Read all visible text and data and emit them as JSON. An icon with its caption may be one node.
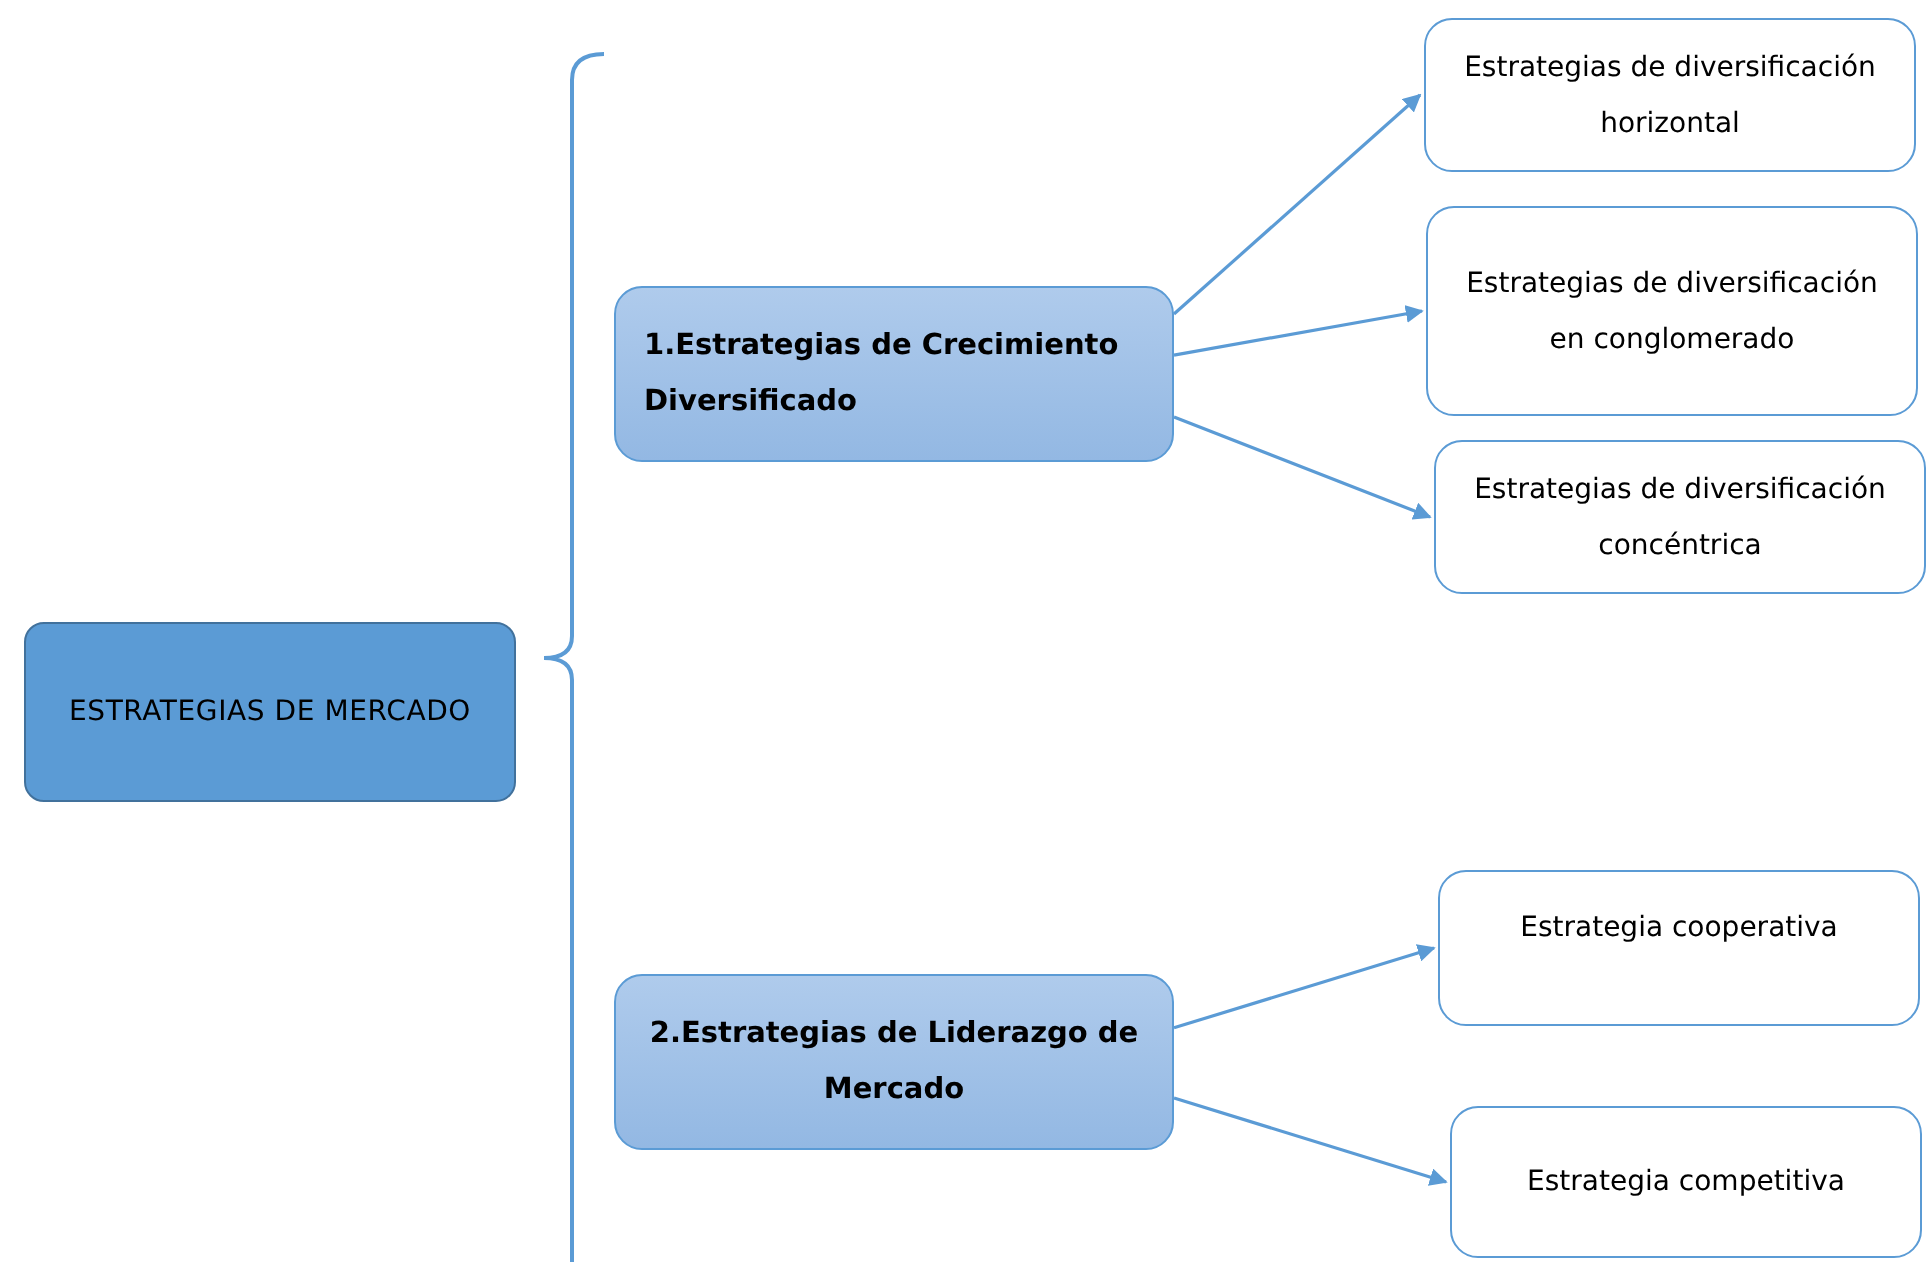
{
  "diagram": {
    "nodes": [
      {
        "text": [
          "ESTRATEGIAS DE MERCADO"
        ]
      },
      {
        "text": [
          "1.Estrategias de Crecimiento Diversificado"
        ]
      },
      {
        "text": [
          "2.Estrategias de Liderazgo de Mercado"
        ]
      },
      {
        "text": [
          "Estrategias de diversificación horizontal"
        ]
      },
      {
        "text": [
          "Estrategias de diversificación en conglomerado"
        ]
      },
      {
        "text": [
          "Estrategias de diversificación concéntrica"
        ]
      },
      {
        "text": [
          "Estrategia cooperativa"
        ]
      },
      {
        "text": [
          "Estrategia competitiva"
        ]
      }
    ],
    "edges": [
      {
        "from": 1,
        "to": 3,
        "arrow": "to"
      },
      {
        "from": 1,
        "to": 4,
        "arrow": "to"
      },
      {
        "from": 1,
        "to": 5,
        "arrow": "to"
      },
      {
        "from": 2,
        "to": 6,
        "arrow": "to"
      },
      {
        "from": 2,
        "to": 7,
        "arrow": "to"
      }
    ]
  }
}
